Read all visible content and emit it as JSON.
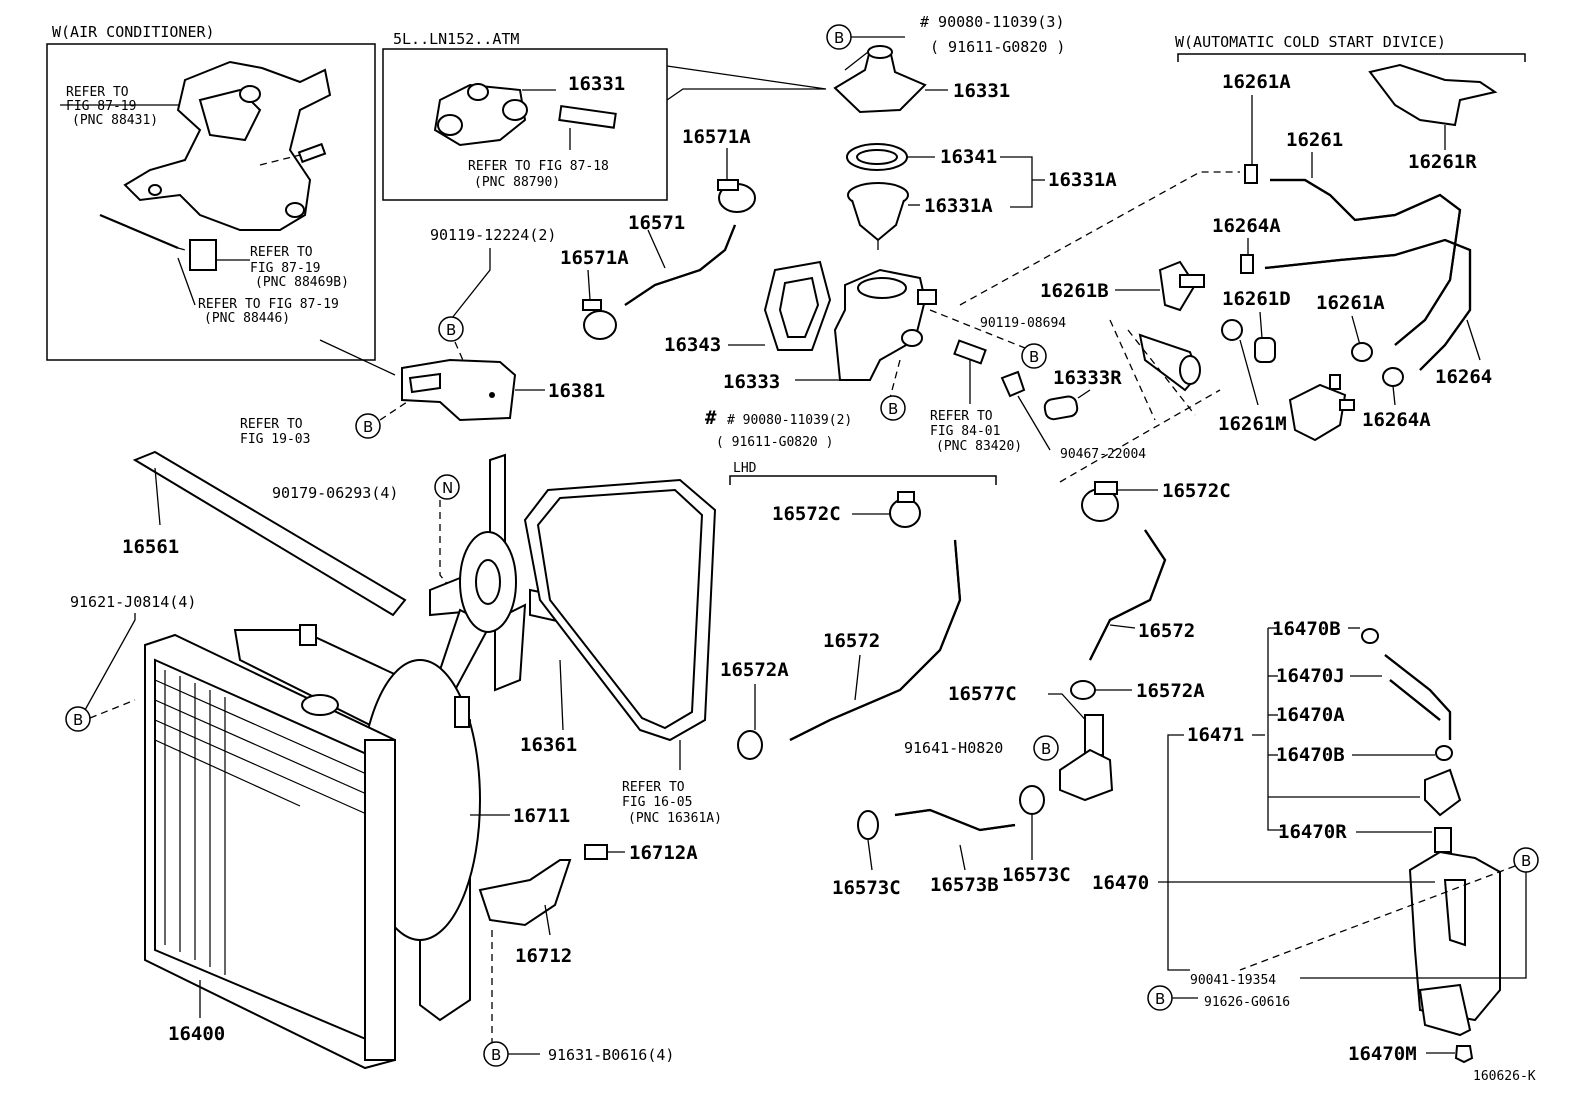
{
  "boxes": {
    "air_conditioner": "W(AIR CONDITIONER)",
    "atm": "5L..LN152..ATM",
    "cold_start": "W(AUTOMATIC COLD START DIVICE)",
    "lhd": "LHD"
  },
  "refs": {
    "ac_1_a": "REFER TO",
    "ac_1_b": "FIG 87-19",
    "ac_1_c": "(PNC 88431)",
    "ac_2_a": "REFER TO",
    "ac_2_b": "FIG 87-19",
    "ac_2_c": "(PNC 88469B)",
    "ac_3_a": "REFER TO FIG 87-19",
    "ac_3_b": "(PNC 88446)",
    "atm_a": "REFER TO FIG 87-18",
    "atm_b": "(PNC 88790)",
    "fig1903_a": "REFER TO",
    "fig1903_b": "FIG 19-03",
    "fig8401_a": "REFER TO",
    "fig8401_b": "FIG 84-01",
    "fig8401_c": "(PNC 83420)",
    "fig1605_a": "REFER TO",
    "fig1605_b": "FIG 16-05",
    "fig1605_c": "(PNC 16361A)"
  },
  "bolts": {
    "b_90080_3": "# 90080-11039(3)",
    "b_91611_top": "( 91611-G0820  )",
    "b_90119_12224": "90119-12224(2)",
    "b_90119_08694": "90119-08694",
    "b_90080_2": "# 90080-11039(2)",
    "b_91611_mid": "( 91611-G0820   )",
    "b_90467": "90467-22004",
    "b_90179": "90179-06293(4)",
    "b_91621": "91621-J0814(4)",
    "b_91641": "91641-H0820",
    "b_90041": "90041-19354",
    "b_91626": "91626-G0616",
    "b_91631": "91631-B0616(4)"
  },
  "markers": {
    "b": "B",
    "n": "N"
  },
  "parts": {
    "p16331_atm": "16331",
    "p16331": "16331",
    "p16341": "16341",
    "p16331A_th": "16331A",
    "p16331A_kit": "16331A",
    "p16571A_top": "16571A",
    "p16571": "16571",
    "p16571A_left": "16571A",
    "p16343": "16343",
    "p16333": "16333",
    "p16333R": "16333R",
    "p16381": "16381",
    "p16261A_top": "16261A",
    "p16261": "16261",
    "p16261R": "16261R",
    "p16264A_top": "16264A",
    "p16261B": "16261B",
    "p16261D": "16261D",
    "p16261A_mid": "16261A",
    "p16264": "16264",
    "p16261M": "16261M",
    "p16264A_bot": "16264A",
    "p16561": "16561",
    "p16572C_left": "16572C",
    "p16572C_right": "16572C",
    "p16572_left": "16572",
    "p16572_right": "16572",
    "p16572A_left": "16572A",
    "p16572A_right": "16572A",
    "p16577C": "16577C",
    "p16361": "16361",
    "p16711": "16711",
    "p16712A": "16712A",
    "p16712": "16712",
    "p16573C_left": "16573C",
    "p16573B": "16573B",
    "p16573C_right": "16573C",
    "p16470B_top": "16470B",
    "p16470J": "16470J",
    "p16470A": "16470A",
    "p16471": "16471",
    "p16470B_mid": "16470B",
    "p16470R": "16470R",
    "p16470": "16470",
    "p16470M": "16470M",
    "p16400": "16400"
  },
  "figure_id": "160626-K"
}
